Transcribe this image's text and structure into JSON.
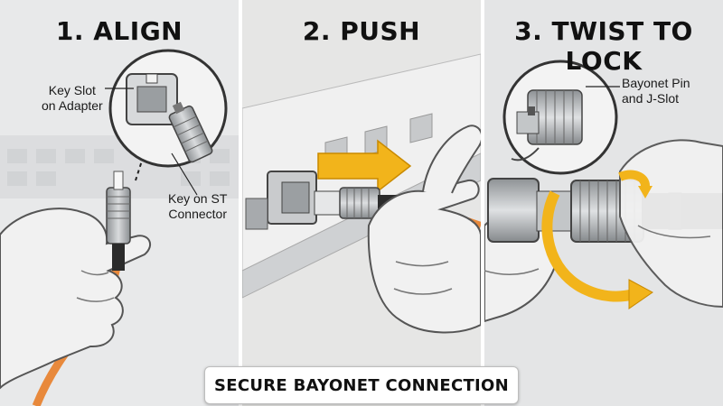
{
  "steps": [
    {
      "title": "1. ALIGN",
      "labels": {
        "key_slot_line1": "Key Slot",
        "key_slot_line2": "on Adapter",
        "key_line1": "Key on ST",
        "key_line2": "Connector"
      }
    },
    {
      "title": "2. PUSH"
    },
    {
      "title": "3. TWIST TO LOCK",
      "labels": {
        "pin_line1": "Bayonet Pin",
        "pin_line2": "and J-Slot"
      }
    }
  ],
  "banner_text": "SECURE BAYONET CONNECTION",
  "colors": {
    "cable_orange": "#e8893c",
    "metal": "#b9bcbe",
    "arrow_yellow": "#f2b41b",
    "glove": "#f1f1f1"
  },
  "icons": [
    "gloved-hand-icon",
    "st-connector-icon",
    "push-arrow-icon",
    "twist-arrow-icon",
    "magnifier-callout-icon"
  ]
}
